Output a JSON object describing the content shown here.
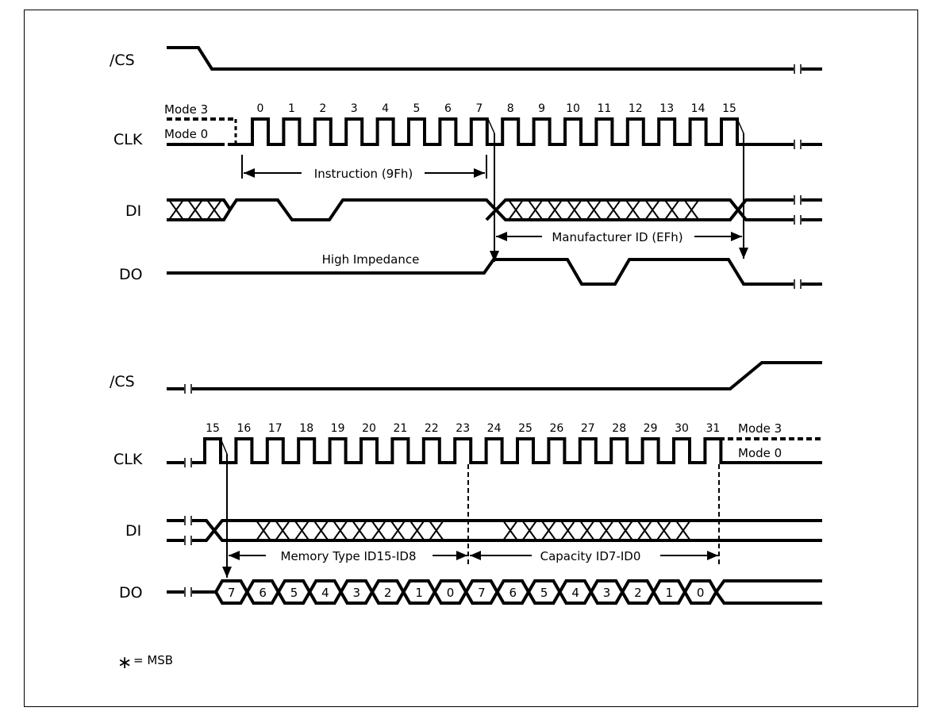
{
  "top": {
    "signals": [
      "/CS",
      "CLK",
      "DI",
      "DO"
    ],
    "mode3_label": "Mode 3",
    "mode0_label": "Mode 0",
    "clock_numbers": [
      "0",
      "1",
      "2",
      "3",
      "4",
      "5",
      "6",
      "7",
      "8",
      "9",
      "10",
      "11",
      "12",
      "13",
      "14",
      "15"
    ],
    "instruction_label": "Instruction (9Fh)",
    "manufacturer_label": "Manufacturer ID (EFh)",
    "high_impedance_label": "High Impedance"
  },
  "bottom": {
    "signals": [
      "/CS",
      "CLK",
      "DI",
      "DO"
    ],
    "mode3_label": "Mode 3",
    "mode0_label": "Mode 0",
    "clock_numbers": [
      "15",
      "16",
      "17",
      "18",
      "19",
      "20",
      "21",
      "22",
      "23",
      "24",
      "25",
      "26",
      "27",
      "28",
      "29",
      "30",
      "31"
    ],
    "memory_type_label": "Memory Type ID15-ID8",
    "capacity_label": "Capacity ID7-ID0",
    "do_bits": [
      "7",
      "6",
      "5",
      "4",
      "3",
      "2",
      "1",
      "0",
      "7",
      "6",
      "5",
      "4",
      "3",
      "2",
      "1",
      "0"
    ]
  },
  "legend": {
    "symbol": "∗",
    "text": "= MSB"
  }
}
